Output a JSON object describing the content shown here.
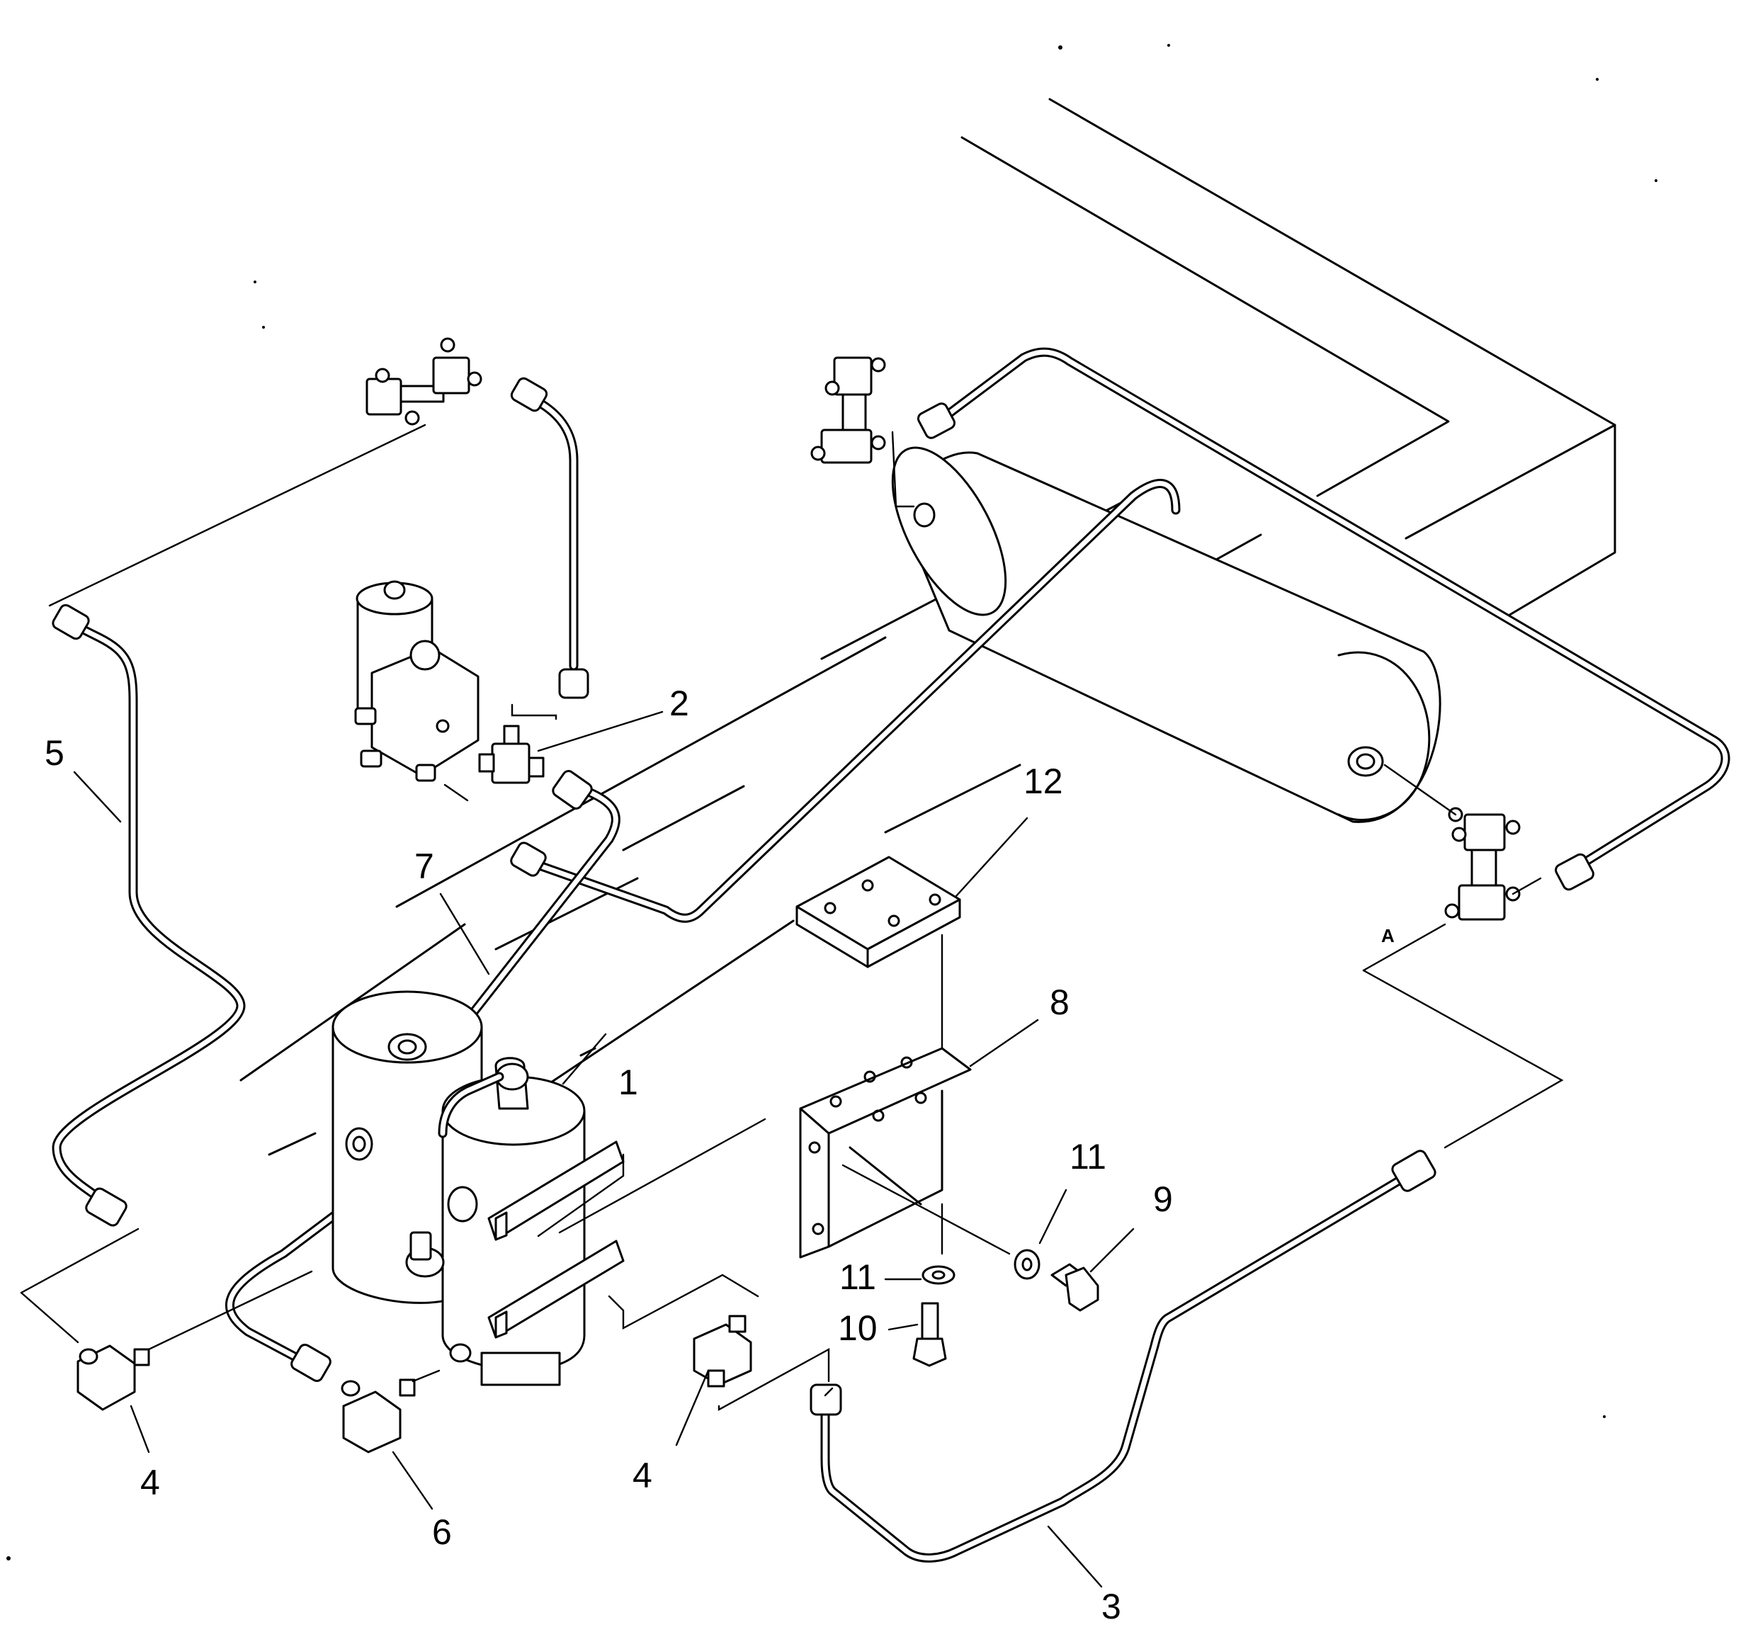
{
  "diagram": {
    "callouts": [
      {
        "id": "c1",
        "text": "1"
      },
      {
        "id": "c2",
        "text": "2"
      },
      {
        "id": "c3",
        "text": "3"
      },
      {
        "id": "c4a",
        "text": "4"
      },
      {
        "id": "c4b",
        "text": "4"
      },
      {
        "id": "c5",
        "text": "5"
      },
      {
        "id": "c6",
        "text": "6"
      },
      {
        "id": "c7",
        "text": "7"
      },
      {
        "id": "c8",
        "text": "8"
      },
      {
        "id": "c9",
        "text": "9"
      },
      {
        "id": "c10",
        "text": "10"
      },
      {
        "id": "c11a",
        "text": "11"
      },
      {
        "id": "c11b",
        "text": "11"
      },
      {
        "id": "c12",
        "text": "12"
      }
    ],
    "marks": {
      "a_mark": "A"
    }
  }
}
